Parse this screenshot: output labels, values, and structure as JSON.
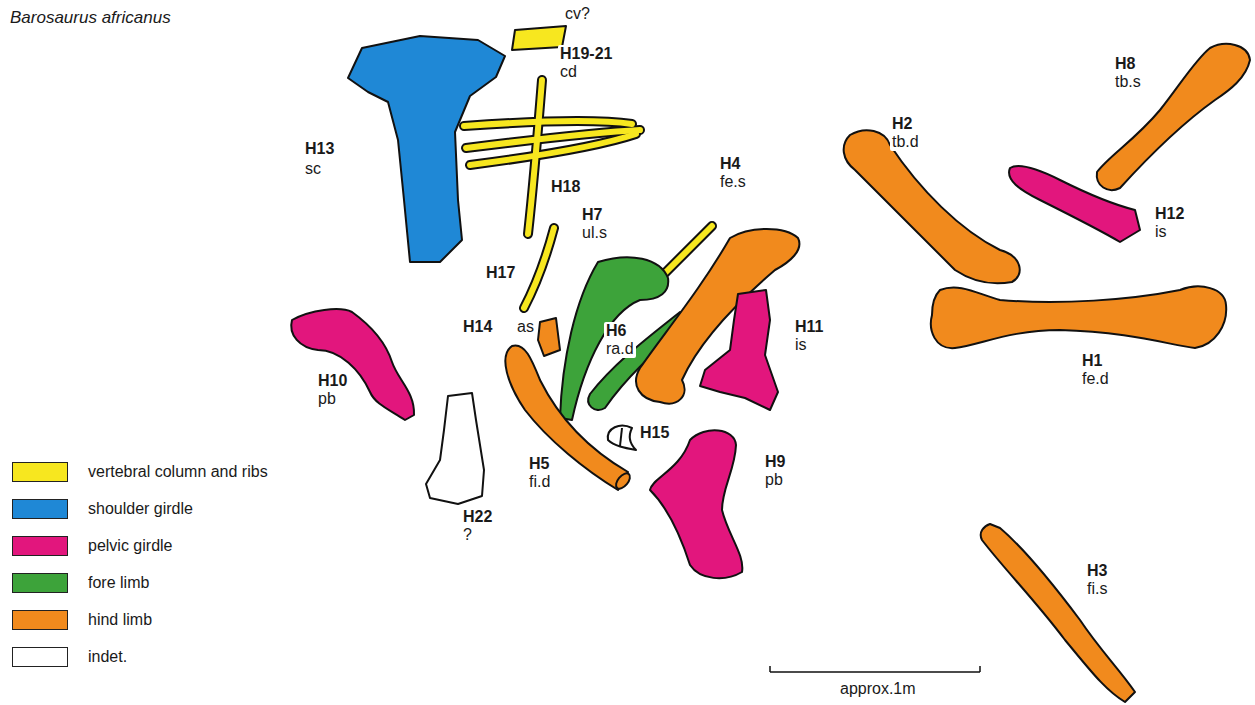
{
  "diagram": {
    "title": "Barosaurus africanus",
    "labels": [
      "cv?",
      "H19-21",
      "cd",
      "H13",
      "sc",
      "H18",
      "H7",
      "ul.s",
      "H17",
      "H14",
      "as",
      "H6",
      "ra.d",
      "H4",
      "fe.s",
      "H2",
      "tb.d",
      "H8",
      "tb.s",
      "H12",
      "is",
      "H11",
      "is",
      "H1",
      "fe.d",
      "H10",
      "pb",
      "H15",
      "H5",
      "fi.d",
      "H9",
      "pb",
      "H22",
      "?",
      "H3",
      "fi.s",
      "approx.1m"
    ],
    "legend": [
      {
        "text": "vertebral column and ribs",
        "color": "#f7e71f"
      },
      {
        "text": "shoulder girdle",
        "color": "#1f88d6"
      },
      {
        "text": "pelvic girdle",
        "color": "#e2167d"
      },
      {
        "text": "fore limb",
        "color": "#3da33a"
      },
      {
        "text": "hind limb",
        "color": "#f18a1d"
      },
      {
        "text": "indet.",
        "color": "#ffffff"
      }
    ]
  }
}
